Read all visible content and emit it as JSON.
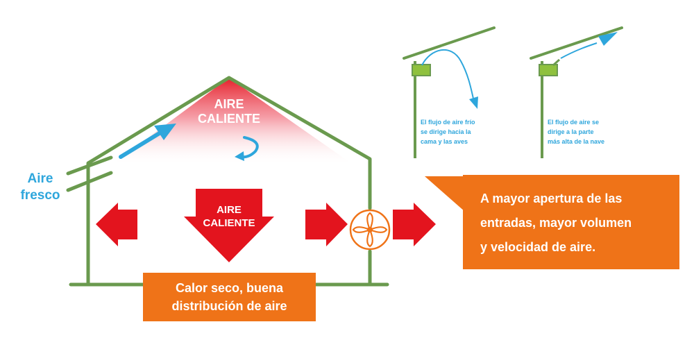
{
  "labels": {
    "aire_fresco_line1": "Aire",
    "aire_fresco_line2": "fresco",
    "aire_caliente_top_line1": "AIRE",
    "aire_caliente_top_line2": "CALIENTE",
    "aire_caliente_center_line1": "AIRE",
    "aire_caliente_center_line2": "CALIENTE"
  },
  "calor_box": {
    "line1": "Calor seco, buena",
    "line2": "distribución de aire"
  },
  "apertura_box": {
    "line1": "A mayor apertura de las",
    "line2": "entradas, mayor volumen",
    "line3": "y velocidad de aire."
  },
  "inset_cold": {
    "line1": "El flujo de aire frío",
    "line2": "se dirige hacia la",
    "line3": "cama y las aves"
  },
  "inset_high": {
    "line1": "El flujo de aire se",
    "line2": "dirige a la parte",
    "line3": "más alta de la nave"
  },
  "colors": {
    "wall_green": "#6a9a4e",
    "inlet_green": "#8fc13e",
    "flow_blue": "#2ea6dc",
    "arrow_red": "#e3141e",
    "accent_orange": "#ef7318"
  },
  "icons": {
    "fan": "fan-icon",
    "airflow": "airflow-arrow-icon",
    "circulation": "circular-arrow-icon"
  }
}
